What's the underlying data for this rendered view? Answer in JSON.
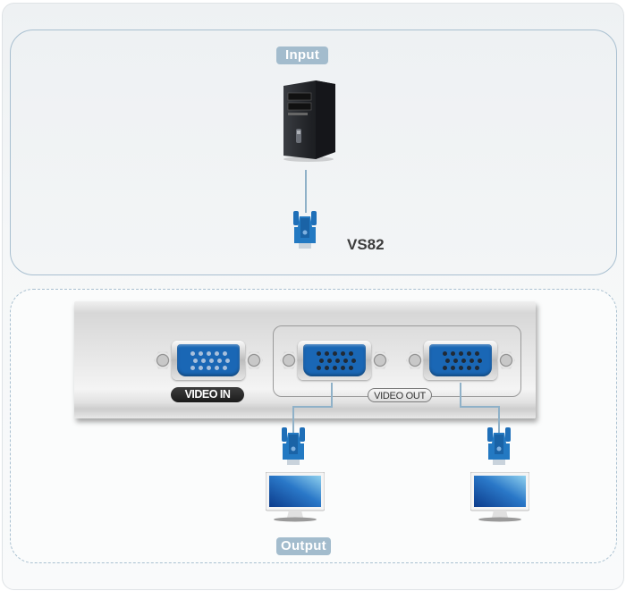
{
  "diagram": {
    "title": "VS82 video splitter connection diagram",
    "input_label": "Input",
    "output_label": "Output",
    "device_model": "VS82",
    "device": {
      "video_in_label": "VIDEO IN",
      "video_out_label": "VIDEO OUT",
      "video_out_port_count": 2
    },
    "input_device": "computer-tower",
    "output_devices": [
      "monitor",
      "monitor"
    ],
    "colors": {
      "label_bg": "#a3bccd",
      "panel_border": "#a8bfd0",
      "vga_blue": "#1a67b5",
      "wire": "#8fb1c8"
    }
  }
}
